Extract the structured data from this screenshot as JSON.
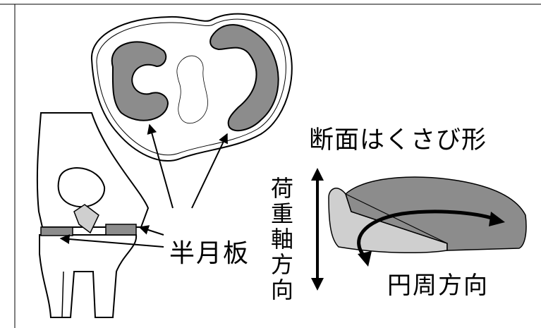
{
  "labels": {
    "cross_section": "断面はくさび形",
    "menisci": "半月板",
    "axial_direction": "荷重軸方向",
    "circumferential_direction": "円周方向"
  },
  "colors": {
    "meniscus_fill": "#8c8c8c",
    "wedge_light": "#cfcfcf",
    "outline": "#000000",
    "background": "#ffffff"
  }
}
